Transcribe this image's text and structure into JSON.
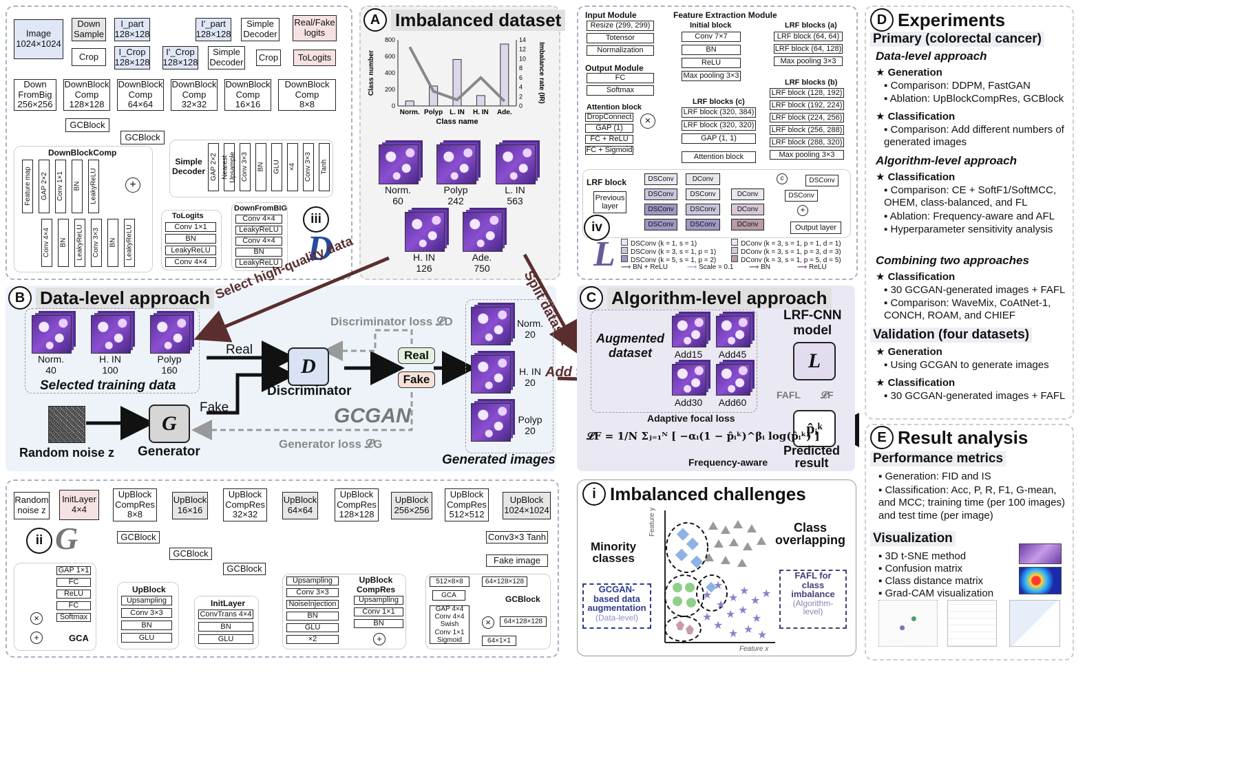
{
  "panel_A": {
    "letter": "A",
    "title": "Imbalanced dataset",
    "chart_data": {
      "type": "bar",
      "categories": [
        "Norm.",
        "Polyp",
        "L. IN",
        "H. IN",
        "Ade."
      ],
      "series": [
        {
          "values": [
            60,
            242,
            563,
            126,
            750
          ]
        },
        {
          "values": [
            12.5,
            3.1,
            1.3,
            6.0,
            1.0
          ]
        }
      ],
      "xlabel": "Class name",
      "ylabel": "Class number",
      "y2label": "Imbalance rate (IR)",
      "yticks": [
        "800",
        "600",
        "400",
        "200",
        "0"
      ],
      "y2ticks": [
        "14",
        "12",
        "10",
        "8",
        "6",
        "4",
        "2",
        "0"
      ],
      "ylim": [
        0,
        800
      ],
      "y2lim": [
        0,
        14
      ]
    },
    "tiles": [
      {
        "name": "Norm.",
        "count": "60"
      },
      {
        "name": "Polyp",
        "count": "242"
      },
      {
        "name": "L. IN",
        "count": "563"
      },
      {
        "name": "H. IN",
        "count": "126"
      },
      {
        "name": "Ade.",
        "count": "750"
      }
    ]
  },
  "panel_iii": {
    "image": "Image\n1024×1024",
    "down_sample": "Down\nSample",
    "i_part": "I_part\n128×128",
    "i_part_p": "I'_part\n128×128",
    "simple_decoder1": "Simple\nDecoder",
    "real_fake": "Real/Fake\nlogits",
    "crop1": "Crop",
    "i_crop": "I_Crop\n128×128",
    "i_crop_p": "I'_Crop\n128×128",
    "simple_decoder2": "Simple\nDecoder",
    "crop2": "Crop",
    "tologits": "ToLogits",
    "down_from_big": "Down\nFromBig\n256×256",
    "dbc1": "DownBlock\nComp\n128×128",
    "dbc2": "DownBlock\nComp\n64×64",
    "dbc3": "DownBlock\nComp\n32×32",
    "dbc4": "DownBlock\nComp\n16×16",
    "dbc5": "DownBlock\nComp\n8×8",
    "gcblock1": "GCBlock",
    "gcblock2": "GCBlock",
    "dbc_title": "DownBlockComp",
    "dbc_items_top": [
      "Feature map",
      "GAP 2×2",
      "Conv 1×1",
      "BN",
      "LeakyReLU"
    ],
    "dbc_items_bottom": [
      "Conv 4×4",
      "BN",
      "LeakyReLU",
      "Conv 3×3",
      "BN",
      "LeakyReLU"
    ],
    "sd_title": "Simple\nDecoder",
    "sd_items": [
      "GAP 2×2",
      "Nearest\nUpsample",
      "Conv 3×3",
      "BN",
      "GLU",
      "×4",
      "Conv 3×3",
      "Tanh"
    ],
    "tl_title": "ToLogits",
    "tl_items": [
      "Conv 1×1",
      "BN",
      "LeakyReLU",
      "Conv 4×4"
    ],
    "dfb_title": "DownFromBIG",
    "dfb_items": [
      "Conv 4×4",
      "LeakyReLU",
      "Conv 4×4",
      "BN",
      "LeakyReLU"
    ],
    "roman": "iii",
    "big_letter": "D"
  },
  "panel_iv": {
    "input_module": "Input Module",
    "input_items": [
      "Resize (299, 299)",
      "Totensor",
      "Normalization"
    ],
    "output_module": "Output Module",
    "output_items": [
      "FC",
      "Softmax"
    ],
    "fem": "Feature Extraction Module",
    "initial_block": "Initial block",
    "initial_items": [
      "Conv 7×7",
      "BN",
      "ReLU",
      "Max pooling 3×3"
    ],
    "lrf_a": "LRF blocks (a)",
    "lrf_a_items": [
      "LRF block (64, 64)",
      "LRF block (64, 128)",
      "Max pooling 3×3"
    ],
    "lrf_b": "LRF blocks (b)",
    "lrf_b_items": [
      "LRF block (128, 192)",
      "LRF block (192, 224)",
      "LRF block (224, 256)",
      "LRF block (256, 288)",
      "LRF block (288, 320)",
      "Max pooling 3×3"
    ],
    "lrf_c": "LRF blocks (c)",
    "lrf_c_items": [
      "LRF block (320, 384)",
      "LRF block (320, 320)",
      "GAP (1, 1)"
    ],
    "attention_block": "Attention block",
    "att_items": [
      "DropConnect",
      "GAP (1)",
      "FC + ReLU",
      "FC + Sigmoid"
    ],
    "att_bottom": "Attention block",
    "lrf_block": "LRF block",
    "prev_layer": "Previous\nlayer",
    "dsconv": "DSConv",
    "dconv": "DConv",
    "output_layer": "Output layer",
    "legend": [
      "DSConv (k = 1, s = 1)",
      "DSConv (k = 3, s = 1, p = 1)",
      "DSConv (k = 5, s = 1, p = 2)",
      "DConv (k = 3, s = 1, p = 1, d = 1)",
      "DConv (k = 3, s = 1, p = 3, d = 3)",
      "DConv (k = 3, s = 1, p = 5, d = 5)",
      "BN + ReLU",
      "Scale = 0.1",
      "BN",
      "ReLU"
    ],
    "roman": "iv",
    "big_letter": "L"
  },
  "panel_B": {
    "letter": "B",
    "title": "Data-level approach",
    "selected": [
      {
        "name": "Norm.",
        "count": "40"
      },
      {
        "name": "H. IN",
        "count": "100"
      },
      {
        "name": "Polyp",
        "count": "160"
      }
    ],
    "selected_caption": "Selected training data",
    "select_arrow": "Select high-quality data",
    "real": "Real",
    "fake": "Fake",
    "d_loss": "Discriminator loss 𝓛D",
    "g_loss": "Generator loss 𝓛G",
    "discriminator": "Discriminator",
    "generator": "Generator",
    "noise": "Random noise z",
    "real_out": "Real",
    "fake_out": "Fake",
    "gcgan": "GCGAN",
    "generated": [
      {
        "name": "Norm.",
        "count": "20"
      },
      {
        "name": "H. IN",
        "count": "20"
      },
      {
        "name": "Polyp",
        "count": "20"
      }
    ],
    "generated_caption": "Generated images",
    "d_letter": "D",
    "g_letter": "G"
  },
  "panel_C": {
    "letter": "C",
    "title": "Algorithm-level approach",
    "split": "Split dataset",
    "add_training": "Add to training",
    "augmented": "Augmented\ndataset",
    "adds": [
      "Add15",
      "Add45",
      "Add30",
      "Add60"
    ],
    "lrf_cnn": "LRF-CNN\nmodel",
    "l_letter": "L",
    "fafl": "FAFL",
    "lf": "𝓛F",
    "pred_symbol": "p̂ᵢᵏ",
    "predicted": "Predicted\nresult",
    "adaptive": "Adaptive focal loss",
    "formula": "𝓛F = 1/N Σⱼ₌₁ᴺ [ −αᵢ(1 − p̂ᵢᵏ)^βᵢ log(p̂ᵢᵏ) ]",
    "freq": "Frequency-aware"
  },
  "panel_ii": {
    "random_noise": "Random\nnoise z",
    "initlayer": "InitLayer\n4×4",
    "ub1": "UpBlock\nCompRes\n8×8",
    "ub2": "UpBlock\n16×16",
    "ub3": "UpBlock\nCompRes\n32×32",
    "ub4": "UpBlock\n64×64",
    "ub5": "UpBlock\nCompRes\n128×128",
    "ub6": "UpBlock\n256×256",
    "ub7": "UpBlock\nCompRes\n512×512",
    "ub8": "UpBlock\n1024×1024",
    "gc1": "GCBlock",
    "gc2": "GCBlock",
    "gc3": "GCBlock",
    "conv_tanh": "Conv3×3 Tanh",
    "fake_image": "Fake image",
    "gca_items": [
      "GAP 1×1",
      "FC",
      "ReLU",
      "FC",
      "Softmax"
    ],
    "gca_label": "GCA",
    "upblock_title": "UpBlock",
    "upblock_items": [
      "Upsampling",
      "Conv 3×3",
      "BN",
      "GLU"
    ],
    "initlayer_title": "InitLayer",
    "initlayer_items": [
      "ConvTrans 4×4",
      "BN",
      "GLU"
    ],
    "ubcr_left": [
      "Upsampling",
      "Conv 3×3",
      "NoiseInjection",
      "BN",
      "GLU",
      "×2"
    ],
    "ubcr_title": "UpBlock\nCompRes",
    "ubcr_right": [
      "Upsampling",
      "Conv 1×1",
      "BN"
    ],
    "gcb_in": "512×8×8",
    "gcb_gca": "GCA",
    "gcb_seq": "GAP 4×4\nConv 4×4\nSwish\nConv 1×1\nSigmoid",
    "gcb_title": "GCBlock",
    "gcb_t1": "64×128×128",
    "gcb_t2": "64×128×128",
    "gcb_t3": "64×1×1",
    "roman": "ii",
    "big_letter": "G"
  },
  "panel_i": {
    "roman": "i",
    "title": "Imbalanced challenges",
    "minority": "Minority\nclasses",
    "overlap": "Class\noverlapping",
    "gcgan_box": "GCGAN-\nbased data\naugmentation",
    "gcgan_sub": "(Data-level)",
    "fafl_box": "FAFL for\nclass\nimbalance",
    "fafl_sub": "(Algorithm-\nlevel)",
    "fx": "Feature x",
    "fy": "Feature y"
  },
  "panel_D": {
    "letter": "D",
    "title": "Experiments",
    "primary": "Primary (colorectal cancer)",
    "data_level": "Data-level approach",
    "gen": "Generation",
    "gen_items": [
      "Comparison: DDPM, FastGAN",
      "Ablation: UpBlockCompRes, GCBlock"
    ],
    "cls": "Classification",
    "cls_items": [
      "Comparison: Add different numbers of generated images"
    ],
    "algo_level": "Algorithm-level approach",
    "cls2": "Classification",
    "cls2_items": [
      "Comparison: CE + SoftF1/SoftMCC, OHEM, class-balanced, and FL",
      "Ablation: Frequency-aware and AFL",
      "Hyperparameter sensitivity analysis"
    ],
    "combining": "Combining two approaches",
    "cls3": "Classification",
    "cls3_items": [
      "30 GCGAN-generated images + FAFL",
      "Comparison: WaveMix, CoAtNet-1, CONCH, ROAM, and CHIEF"
    ],
    "validation": "Validation (four datasets)",
    "gen2": "Generation",
    "gen2_items": [
      "Using GCGAN to generate images"
    ],
    "cls4": "Classification",
    "cls4_items": [
      "30 GCGAN-generated images + FAFL"
    ]
  },
  "panel_E": {
    "letter": "E",
    "title": "Result analysis",
    "perf": "Performance metrics",
    "perf_items": [
      "Generation: FID and IS",
      "Classification: Acc, P, R, F1, G-mean, and MCC; training time (per 100 images) and test time (per image)"
    ],
    "vis": "Visualization",
    "vis_items": [
      "3D t-SNE method",
      "Confusion matrix",
      "Class distance matrix",
      "Grad-CAM visualization"
    ]
  }
}
